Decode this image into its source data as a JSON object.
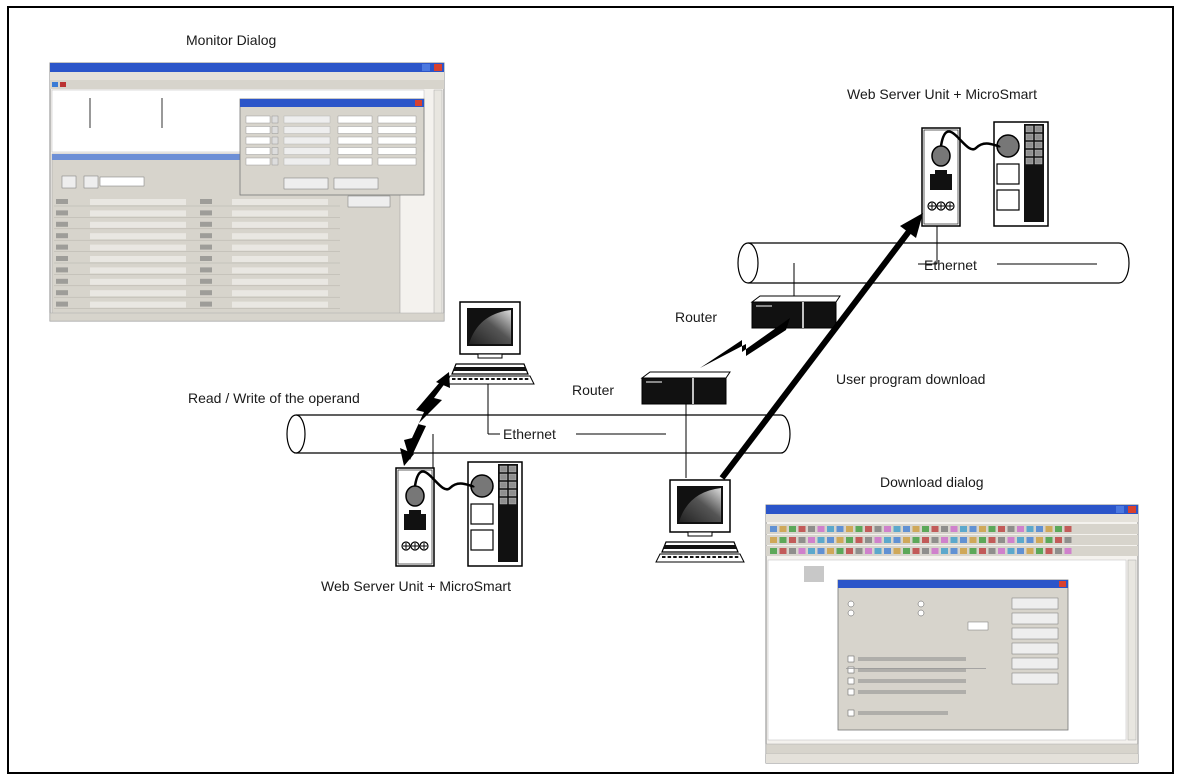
{
  "labels": {
    "monitor_dialog": "Monitor Dialog",
    "download_dialog": "Download dialog",
    "web_server_top": "Web Server Unit + MicroSmart",
    "web_server_bottom": "Web Server Unit + MicroSmart",
    "ethernet_top": "Ethernet",
    "ethernet_bottom": "Ethernet",
    "router_upper": "Router",
    "router_lower": "Router",
    "read_write": "Read / Write of the operand",
    "user_program_download": "User program download"
  },
  "colors": {
    "window_title_blue": "#2b55c9",
    "window_face": "#d7d4cc",
    "close_red": "#d8412f",
    "line": "#000000"
  },
  "icons": [
    "computer-icon",
    "router-icon",
    "web-server-unit-icon",
    "plc-icon",
    "lightning-arrow-icon"
  ]
}
